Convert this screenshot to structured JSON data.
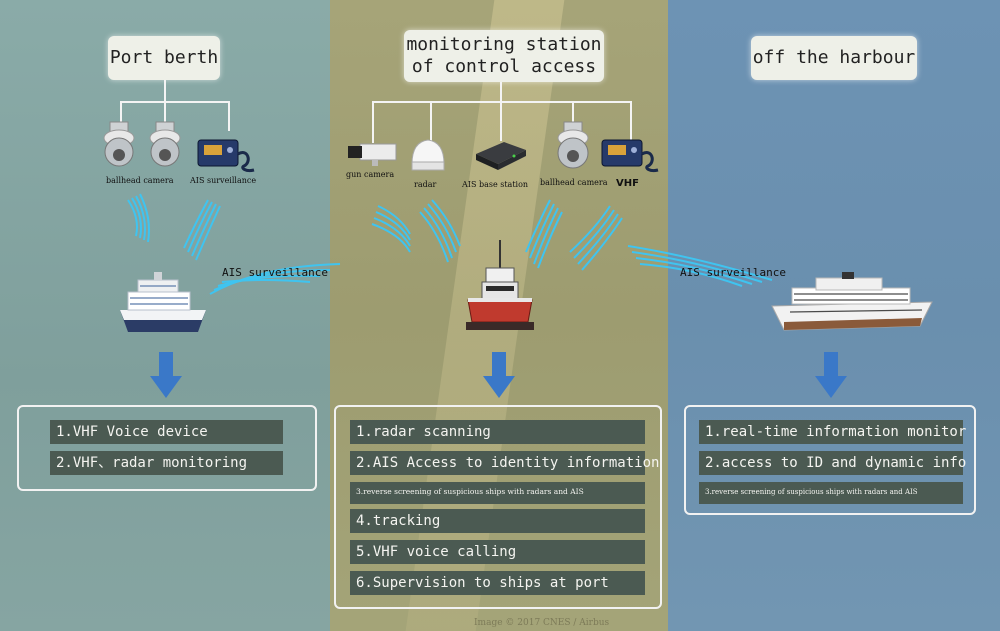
{
  "colors": {
    "wave": "#3fc4f0",
    "arrow": "#3a78c8",
    "item_bg": "#4b5a52"
  },
  "sections": [
    {
      "title": [
        "Port berth"
      ],
      "devices": [
        "ballhead camera",
        "AIS surveillance"
      ],
      "ais_label": "AIS surveillance",
      "items": [
        "1.VHF Voice device",
        "2.VHF、radar monitoring"
      ]
    },
    {
      "title": [
        "monitoring station",
        "of control access"
      ],
      "devices": [
        "gun camera",
        "radar",
        "AIS base station",
        "ballhead camera",
        "VHF"
      ],
      "items": [
        "1.radar scanning",
        "2.AIS Access to identity information",
        "3.reverse screening of suspicious ships with radars and AIS",
        "4.tracking",
        "5.VHF voice calling",
        "6.Supervision to ships at port"
      ]
    },
    {
      "title": [
        "off the harbour"
      ],
      "ais_label": "AIS surveillance",
      "items": [
        "1.real-time information monitor",
        "2.access to ID and dynamic info",
        "3.reverse screening of suspicious ships with radars and AIS"
      ]
    }
  ],
  "watermark": "Image © 2017 CNES / Airbus"
}
